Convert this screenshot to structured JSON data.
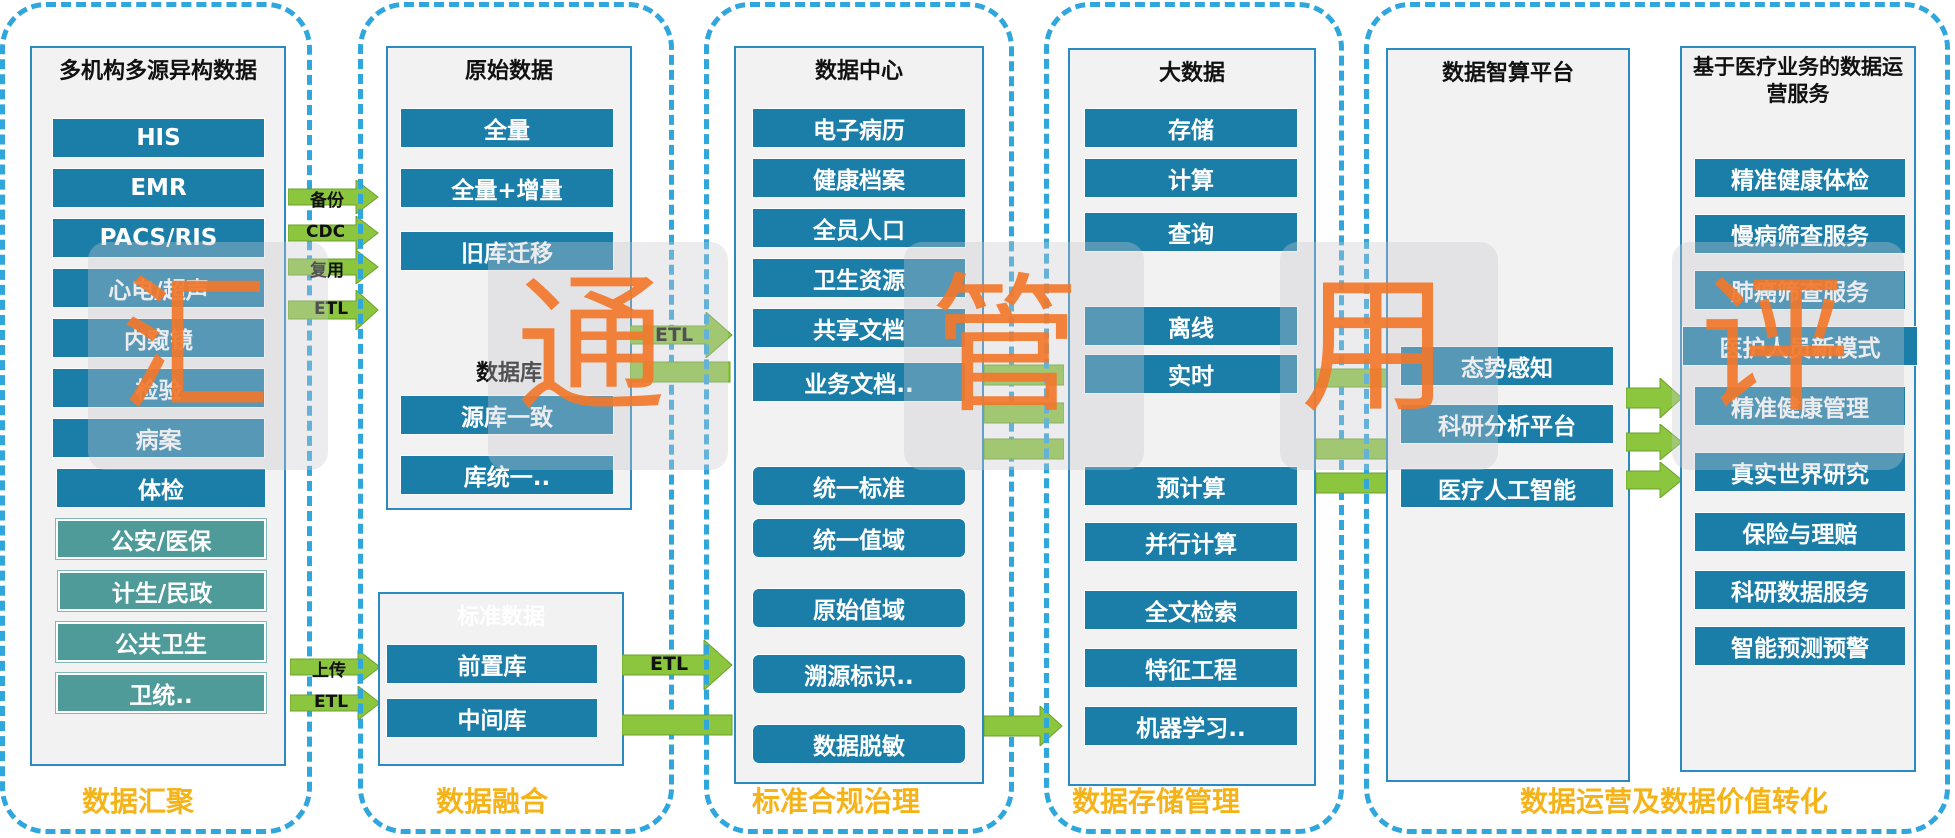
{
  "columns": [
    {
      "title": "多机构多源异构数据",
      "footer": "数据汇聚",
      "items": [
        "HIS",
        "EMR",
        "PACS/RIS",
        "心电/超声",
        "内窥镜",
        "检验",
        "病案",
        "体检"
      ],
      "gray_items": [
        "公安/医保",
        "计生/民政",
        "公共卫生",
        "卫统.."
      ]
    },
    {
      "title": "原始数据",
      "footer": "数据融合",
      "items": [
        "全量",
        "全量+增量",
        "旧库迁移"
      ],
      "subtitle": "数据库",
      "sub_items": [
        "源库一致",
        "库统一.."
      ],
      "std_title": "标准数据",
      "std_items": [
        "前置库",
        "中间库"
      ]
    },
    {
      "title": "数据中心",
      "footer": "标准合规治理",
      "items": [
        "电子病历",
        "健康档案",
        "全员人口",
        "卫生资源",
        "共享文档",
        "业务文档.."
      ],
      "items2": [
        "统一标准",
        "统一值域",
        "原始值域",
        "溯源标识..",
        "数据脱敏"
      ]
    },
    {
      "title": "大数据",
      "footer": "数据存储管理",
      "items": [
        "存储",
        "计算",
        "查询",
        "离线",
        "实时",
        "预计算",
        "并行计算",
        "全文检索",
        "特征工程",
        "机器学习.."
      ]
    },
    {
      "title": "数据智算平台",
      "footer": "数据运营及数据价值转化",
      "items": [
        "态势感知",
        "科研分析平台",
        "医疗人工智能"
      ]
    },
    {
      "title": "基于医疗业务的数据运营服务",
      "items": [
        "精准健康体检",
        "慢病筛查服务",
        "肺癌筛查服务",
        "医护人员新模式",
        "精准健康管理",
        "真实世界研究",
        "保险与理赔",
        "科研数据服务",
        "智能预测预警"
      ]
    }
  ],
  "arrow_labels": [
    "备份",
    "CDC",
    "复用",
    "ETL",
    "上传",
    "ETL",
    "ETL",
    "ETL"
  ],
  "watermark": [
    "汇",
    "通",
    "管",
    "用",
    "评"
  ],
  "colors": {
    "box_blue": "#1a7ea8",
    "box_gray": "#4e9b9a",
    "arrow_green": "#8cc63f",
    "footer_orange": "#f5b31a",
    "dash_blue": "#2fa6dc",
    "watermark_orange": "#f2782c"
  }
}
